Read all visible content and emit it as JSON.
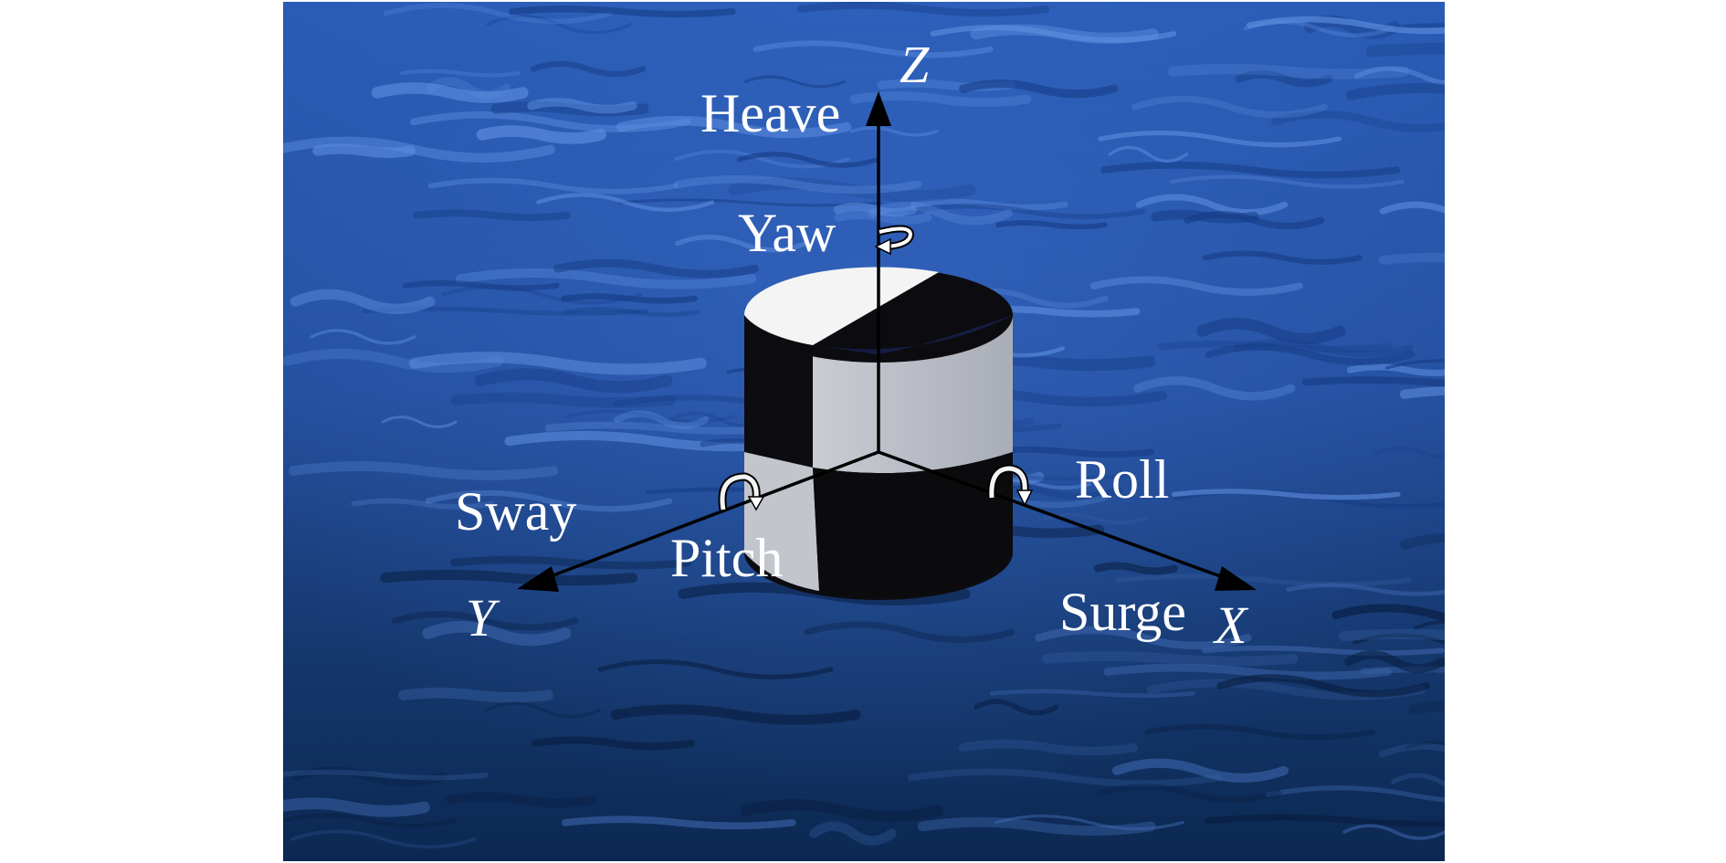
{
  "axes": {
    "z": {
      "letter": "Z",
      "motion": "Heave",
      "rotation": "Yaw"
    },
    "x": {
      "letter": "X",
      "motion": "Surge",
      "rotation": "Roll"
    },
    "y": {
      "letter": "Y",
      "motion": "Sway",
      "rotation": "Pitch"
    }
  },
  "colors": {
    "sea_light": "#2d5fb8",
    "sea_dark": "#0d2a55",
    "buoy_white": "#f2f2f2",
    "buoy_grey": "#b9bcc4",
    "buoy_black": "#0c0c10",
    "axis": "#000000",
    "label": "#ffffff"
  },
  "icons": {
    "yaw": "rotation-arrow-icon",
    "pitch": "rotation-arrow-icon",
    "roll": "rotation-arrow-icon"
  }
}
